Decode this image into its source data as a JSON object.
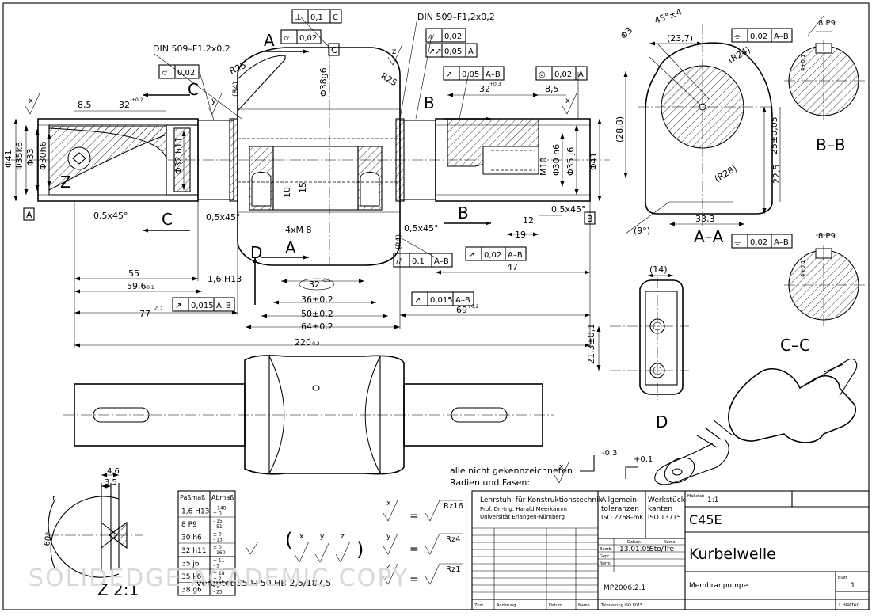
{
  "dimensions": {
    "d41_left": "Φ41",
    "d35k6_left": "Φ35k6",
    "d33": "Φ33",
    "d30h6_left": "Φ30h6",
    "d32h11": "Φ32 h11",
    "d38g6": "Φ38g6",
    "m10": "M10",
    "d30h6_right": "Φ30 h6",
    "d35j6": "Φ35 j6",
    "d41_right": "Φ41",
    "len_8_5_left": "8,5",
    "len_32_left": "32",
    "tol_32_left": "+0,2",
    "len_32_right": "32",
    "tol_32_right": "+0,3",
    "len_8_5_right": "8,5",
    "chamfer_left": "0,5x45°",
    "chamfer_mid": "0,5x45°",
    "chamfer_right_a": "0,5x45°",
    "chamfer_right_b": "0,5x45°",
    "thread": "4xM 8",
    "depth_10": "10",
    "depth_15": "15",
    "len_55": "55",
    "len_59_6": "59,6",
    "tol_59_6": "-0,1",
    "len_1_6": "1,6 H13",
    "len_77": "77",
    "tol_77": "-0,2",
    "len_32_mid": "32",
    "tol_32_mid": "-0,1",
    "len_36": "36±0,2",
    "len_50": "50±0,2",
    "len_64": "64±0,2",
    "len_220": "220",
    "tol_220": "-0,2",
    "len_12": "12",
    "len_19": "19",
    "len_47": "47",
    "len_69": "69",
    "tol_69": "+0,2",
    "radius_r25_left": "R25",
    "radius_r25_right": "R25",
    "radius_r4_left": "(R4)",
    "radius_r4_right": "(R4)",
    "aa_d3": "Φ3",
    "aa_45": "45°±4",
    "aa_23_7": "(23,7)",
    "aa_r24": "(R24)",
    "aa_28_8": "(28,8)",
    "aa_25": "25±0,05",
    "aa_r28": "(R28)",
    "aa_22_5": "22,5",
    "aa_9": "(9°)",
    "aa_33_3": "33,3",
    "d_14": "(14)",
    "d_21_3": "21,3±0,1",
    "key_8p9_a": "8 P9",
    "key_8p9_b": "8 P9",
    "key_4a": "4+0,1",
    "key_4b": "4+0,1",
    "z_4_6": "4,6",
    "z_3_5": "3,5",
    "z_60": "60°",
    "z_r": "r"
  },
  "labels": {
    "din_left": "DIN 509–F1,2x0,2",
    "din_right": "DIN 509–F1,2x0,2",
    "datum_a": "A",
    "datum_b": "B",
    "datum_c": "C",
    "section_a": "A",
    "section_b": "B",
    "section_c": "C",
    "view_d": "D",
    "view_z": "Z",
    "title_aa": "A–A",
    "title_bb": "B–B",
    "title_cc": "C–C",
    "title_d": "D",
    "title_z": "Z 2:1",
    "surface_x": "x",
    "surface_y": "y",
    "surface_z": "z"
  },
  "tolerance_frames": [
    {
      "symbol": "⊥",
      "value": "0,1",
      "datum": "C"
    },
    {
      "symbol": "⌭",
      "value": "0,02",
      "datum": ""
    },
    {
      "symbol": "⌭",
      "value": "0,02",
      "datum": ""
    },
    {
      "symbol": "⌭",
      "value": "0,02",
      "datum": ""
    },
    {
      "symbol": "↗↗",
      "value": "0,05",
      "datum": "A"
    },
    {
      "symbol": "↗",
      "value": "0,05",
      "datum": "A–B"
    },
    {
      "symbol": "◎",
      "value": "0,02",
      "datum": "A"
    },
    {
      "symbol": "//",
      "value": "0,1",
      "datum": "A–B"
    },
    {
      "symbol": "↗",
      "value": "0,02",
      "datum": "A–B"
    },
    {
      "symbol": "↗",
      "value": "0,015",
      "datum": "A–B"
    },
    {
      "symbol": "↗",
      "value": "0,015",
      "datum": "A–B"
    },
    {
      "symbol": "⌯",
      "value": "0,02",
      "datum": "A–B"
    },
    {
      "symbol": "⌯",
      "value": "0,02",
      "datum": "A–B"
    }
  ],
  "fits_table": {
    "headers": [
      "Paßmaß",
      "Abmaß"
    ],
    "rows": [
      {
        "fit": "1,6 H13",
        "dev": "+140 / ± 0"
      },
      {
        "fit": "8 P9",
        "dev": "- 15 / - 51"
      },
      {
        "fit": "30 h6",
        "dev": "± 0 / - 13"
      },
      {
        "fit": "32 h11",
        "dev": "± 0 / - 160"
      },
      {
        "fit": "35 j6",
        "dev": "+ 11 / - 5"
      },
      {
        "fit": "35 k6",
        "dev": "+ 18 / + 2"
      },
      {
        "fit": "38 g6",
        "dev": "- 9 / - 25"
      }
    ]
  },
  "notes": {
    "radien_line1": "alle nicht gekennzeichneten",
    "radien_line2": "Radien und Fasen:",
    "radien_val1": "-0,3",
    "radien_val2": "+0,1",
    "hardness": "vergütet 350+50 HB 2,5/187,5",
    "rz16": "Rz16",
    "rz4": "Rz4",
    "rz1": "Rz1",
    "eq": "="
  },
  "title_block": {
    "org1": "Lehrstuhl für Konstruktionstechnik",
    "org2": "Prof. Dr.-Ing. Harald Meerkamm",
    "org3": "Universität Erlangen-Nürnberg",
    "allg1": "Allgemein-",
    "allg2": "toleranzen",
    "allg3": "ISO 2768–mK",
    "werk1": "Werkstück-",
    "werk2": "kanten",
    "werk3": "ISO 13715",
    "massstab_label": "Maßstab",
    "massstab": "1:1",
    "material": "C45E",
    "datum_label": "Datum",
    "name_label": "Name",
    "bearb_label": "Bearb.",
    "gepr_label": "Gepr.",
    "norm_label": "Norm",
    "date": "13.01.05",
    "name": "Sto/Tre",
    "title": "Kurbelwelle",
    "drawing_no": "MP2006.2.1",
    "assembly": "Membranpumpe",
    "blatt_label": "Blatt",
    "blatt": "1",
    "blatter": "1 Blätter",
    "zust": "Zust.",
    "aenderung": "Änderung",
    "datum2": "Datum",
    "name2": "Name",
    "tolerierung": "Tolerierung ISO 8015"
  },
  "watermark": "SOLIDEDGE ACADEMIC COPY"
}
